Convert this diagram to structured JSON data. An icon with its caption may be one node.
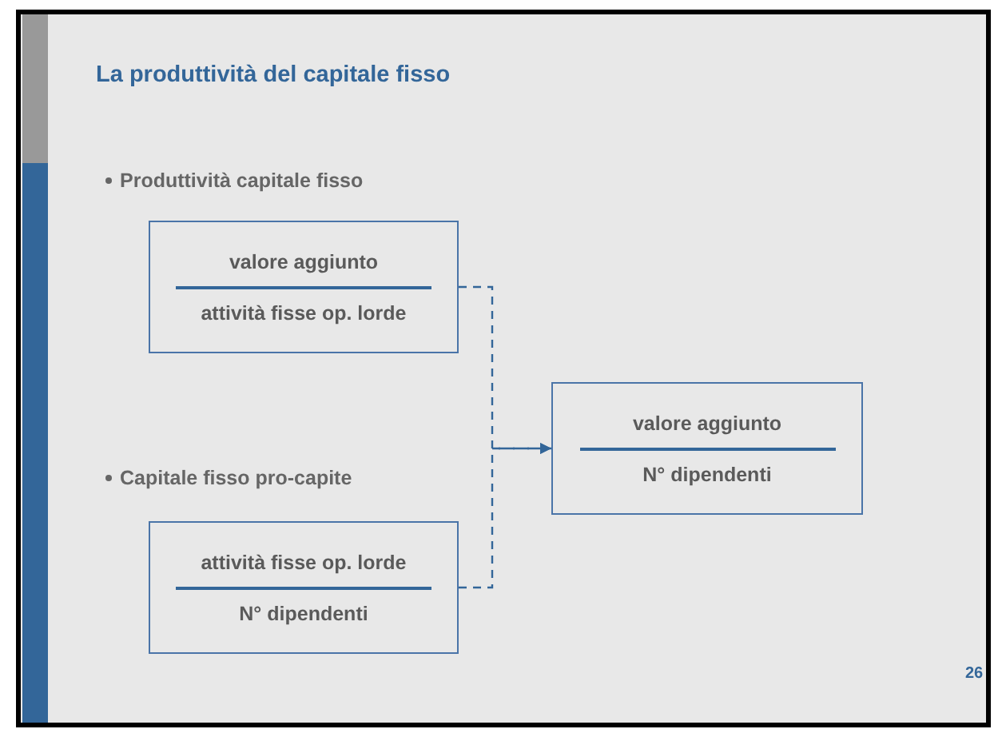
{
  "diagram": {
    "title": "La produttività del capitale fisso",
    "nodes": [
      {
        "text": [
          "valore aggiunto",
          "attività fisse op. lorde"
        ]
      },
      {
        "text": [
          "attività fisse op. lorde",
          "N° dipendenti"
        ]
      },
      {
        "text": [
          "valore aggiunto",
          "N° dipendenti"
        ]
      }
    ],
    "edges": [
      {
        "from": 0,
        "to": 2,
        "arrow": "to",
        "style": "dashed"
      },
      {
        "from": 1,
        "to": 2,
        "arrow": "to",
        "style": "dashed"
      }
    ],
    "labels": [
      "Produttività capitale fisso",
      "Capitale fisso pro-capite",
      "26"
    ]
  }
}
